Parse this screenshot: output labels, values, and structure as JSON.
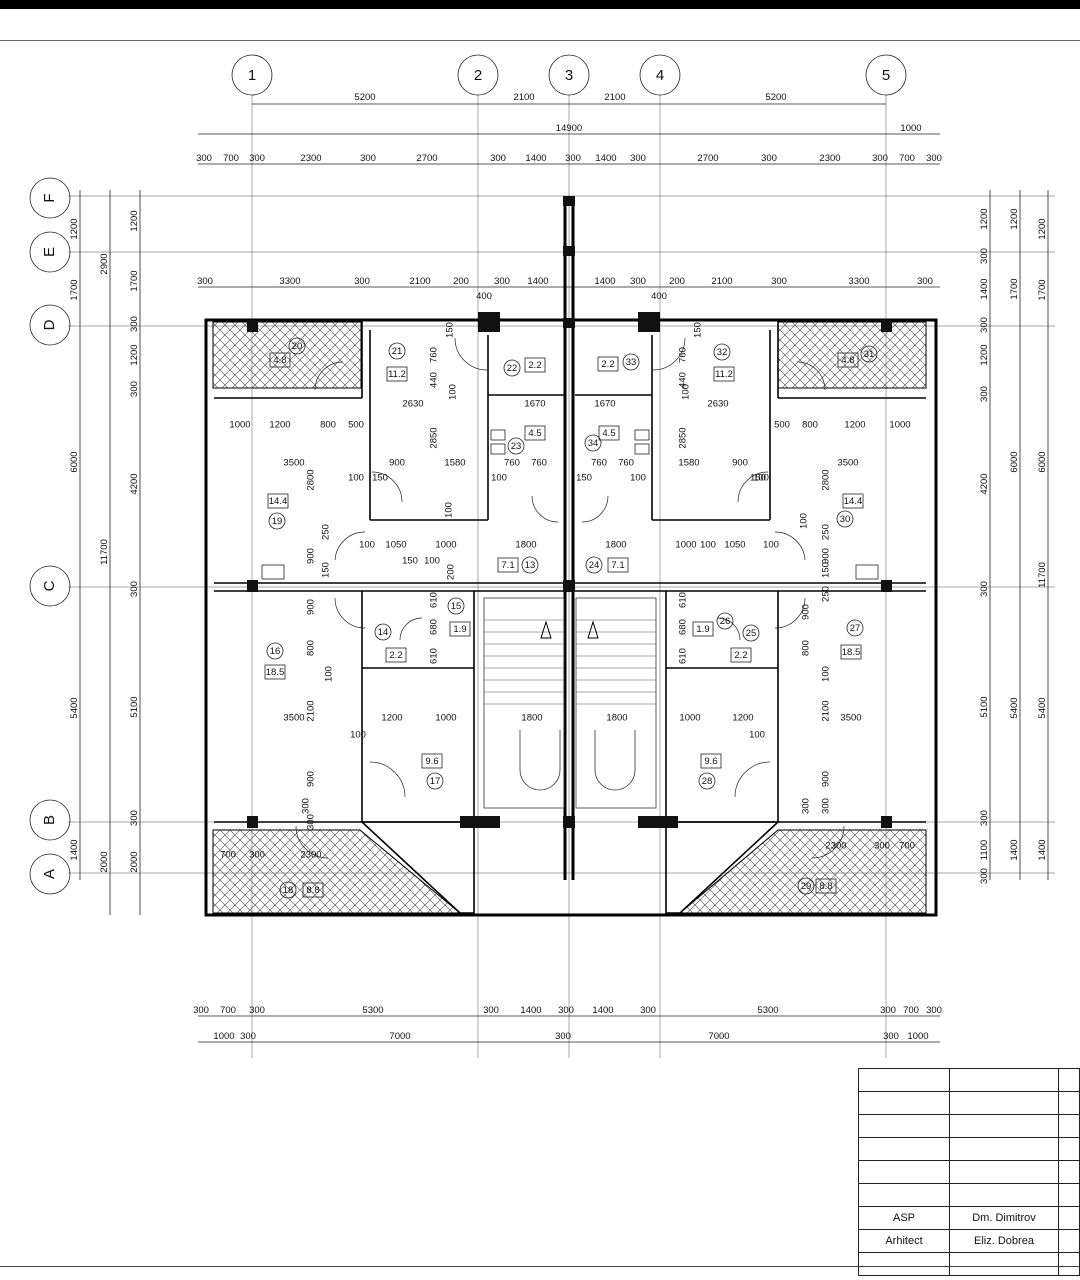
{
  "grid": {
    "numbers": [
      "1",
      "2",
      "3",
      "4",
      "5"
    ],
    "letters": [
      "F",
      "E",
      "D",
      "C",
      "B",
      "A"
    ]
  },
  "dims": {
    "top1": [
      "5200",
      "2100",
      "2100",
      "5200"
    ],
    "top_total": "14900",
    "top_right": "1000",
    "top2": [
      "300",
      "700",
      "300",
      "2300",
      "300",
      "2700",
      "300",
      "1400",
      "300",
      "1400",
      "300",
      "2700",
      "300",
      "2300",
      "300",
      "700",
      "300"
    ],
    "top3": [
      "300",
      "3300",
      "300",
      "2100",
      "200",
      "300",
      "1400",
      "1400",
      "300",
      "200",
      "2100",
      "300",
      "3300",
      "300"
    ],
    "top3_small": [
      "400",
      "400"
    ],
    "bot1": [
      "300",
      "700",
      "300",
      "5300",
      "300",
      "1400",
      "300",
      "1400",
      "300",
      "5300",
      "300",
      "700",
      "300"
    ],
    "bot2": [
      "1000",
      "300",
      "7000",
      "300",
      "7000",
      "300",
      "1000"
    ],
    "left_outer": [
      "1200",
      "2900",
      "1700",
      "6000",
      "11700",
      "5400",
      "1400",
      "2000"
    ],
    "left_inner": [
      "1200",
      "1700",
      "300",
      "1200",
      "300",
      "4200",
      "300",
      "5100",
      "300",
      "2000"
    ],
    "right_inner": [
      "1200",
      "300",
      "1400",
      "300",
      "1200",
      "300",
      "4200",
      "300",
      "5100",
      "300",
      "1100",
      "300"
    ],
    "right_outer": [
      "1200",
      "1700",
      "6000",
      "11700",
      "5400",
      "1400"
    ],
    "right_top": [
      "1200"
    ]
  },
  "rooms": [
    {
      "num": "20",
      "area": "4.8"
    },
    {
      "num": "21",
      "area": "11.2"
    },
    {
      "num": "22",
      "area": "2.2"
    },
    {
      "num": "23",
      "area": "4.5"
    },
    {
      "num": "19",
      "area": "14.4"
    },
    {
      "num": "13",
      "area": "7.1"
    },
    {
      "num": "14",
      "area": "2.2"
    },
    {
      "num": "15",
      "area": "1.9"
    },
    {
      "num": "16",
      "area": "18.5"
    },
    {
      "num": "17",
      "area": "9.6"
    },
    {
      "num": "18",
      "area": "8.8"
    },
    {
      "num": "33",
      "area": "2.2"
    },
    {
      "num": "32",
      "area": "11.2"
    },
    {
      "num": "31",
      "area": "4.8"
    },
    {
      "num": "34",
      "area": "4.5"
    },
    {
      "num": "30",
      "area": "14.4"
    },
    {
      "num": "24",
      "area": "7.1"
    },
    {
      "num": "26",
      "area": "1.9"
    },
    {
      "num": "25",
      "area": "2.2"
    },
    {
      "num": "27",
      "area": "18.5"
    },
    {
      "num": "28",
      "area": "9.6"
    },
    {
      "num": "29",
      "area": "8.8"
    }
  ],
  "interior": {
    "left": [
      "760",
      "150",
      "440",
      "100",
      "2630",
      "1670",
      "2850",
      "1000",
      "1200",
      "800",
      "500",
      "3500",
      "900",
      "1580",
      "2800",
      "100",
      "150",
      "100",
      "760",
      "760",
      "100",
      "250",
      "900",
      "1050",
      "1000",
      "1800",
      "150",
      "100",
      "200",
      "150",
      "100",
      "900",
      "800",
      "610",
      "680",
      "610",
      "100",
      "3500",
      "2100",
      "1200",
      "1000",
      "1800",
      "100",
      "900",
      "300",
      "300",
      "700",
      "300",
      "2300"
    ],
    "right": [
      "150",
      "760",
      "440",
      "100",
      "1670",
      "2630",
      "2850",
      "500",
      "800",
      "1200",
      "1000",
      "1580",
      "900",
      "3500",
      "760",
      "760",
      "100",
      "150",
      "100",
      "2800",
      "150",
      "100",
      "250",
      "1800",
      "1000",
      "100",
      "1050",
      "100",
      "900",
      "150",
      "250",
      "610",
      "680",
      "610",
      "900",
      "800",
      "100",
      "1800",
      "1000",
      "1200",
      "2100",
      "3500",
      "100",
      "900",
      "300",
      "300",
      "2300",
      "300",
      "700"
    ]
  },
  "title_block": {
    "rows": [
      [
        "",
        ""
      ],
      [
        "",
        ""
      ],
      [
        "",
        ""
      ],
      [
        "",
        ""
      ],
      [
        "",
        ""
      ],
      [
        "",
        ""
      ],
      [
        "ASP",
        "Dm. Dimitrov"
      ],
      [
        "Arhitect",
        "Eliz. Dobrea"
      ],
      [
        "",
        ""
      ]
    ]
  }
}
